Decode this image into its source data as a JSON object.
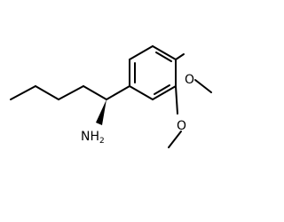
{
  "molecule": {
    "labels": {
      "methoxy_top": "O",
      "methoxy_bottom": "O",
      "amine_main": "NH",
      "amine_sub": "2"
    }
  }
}
